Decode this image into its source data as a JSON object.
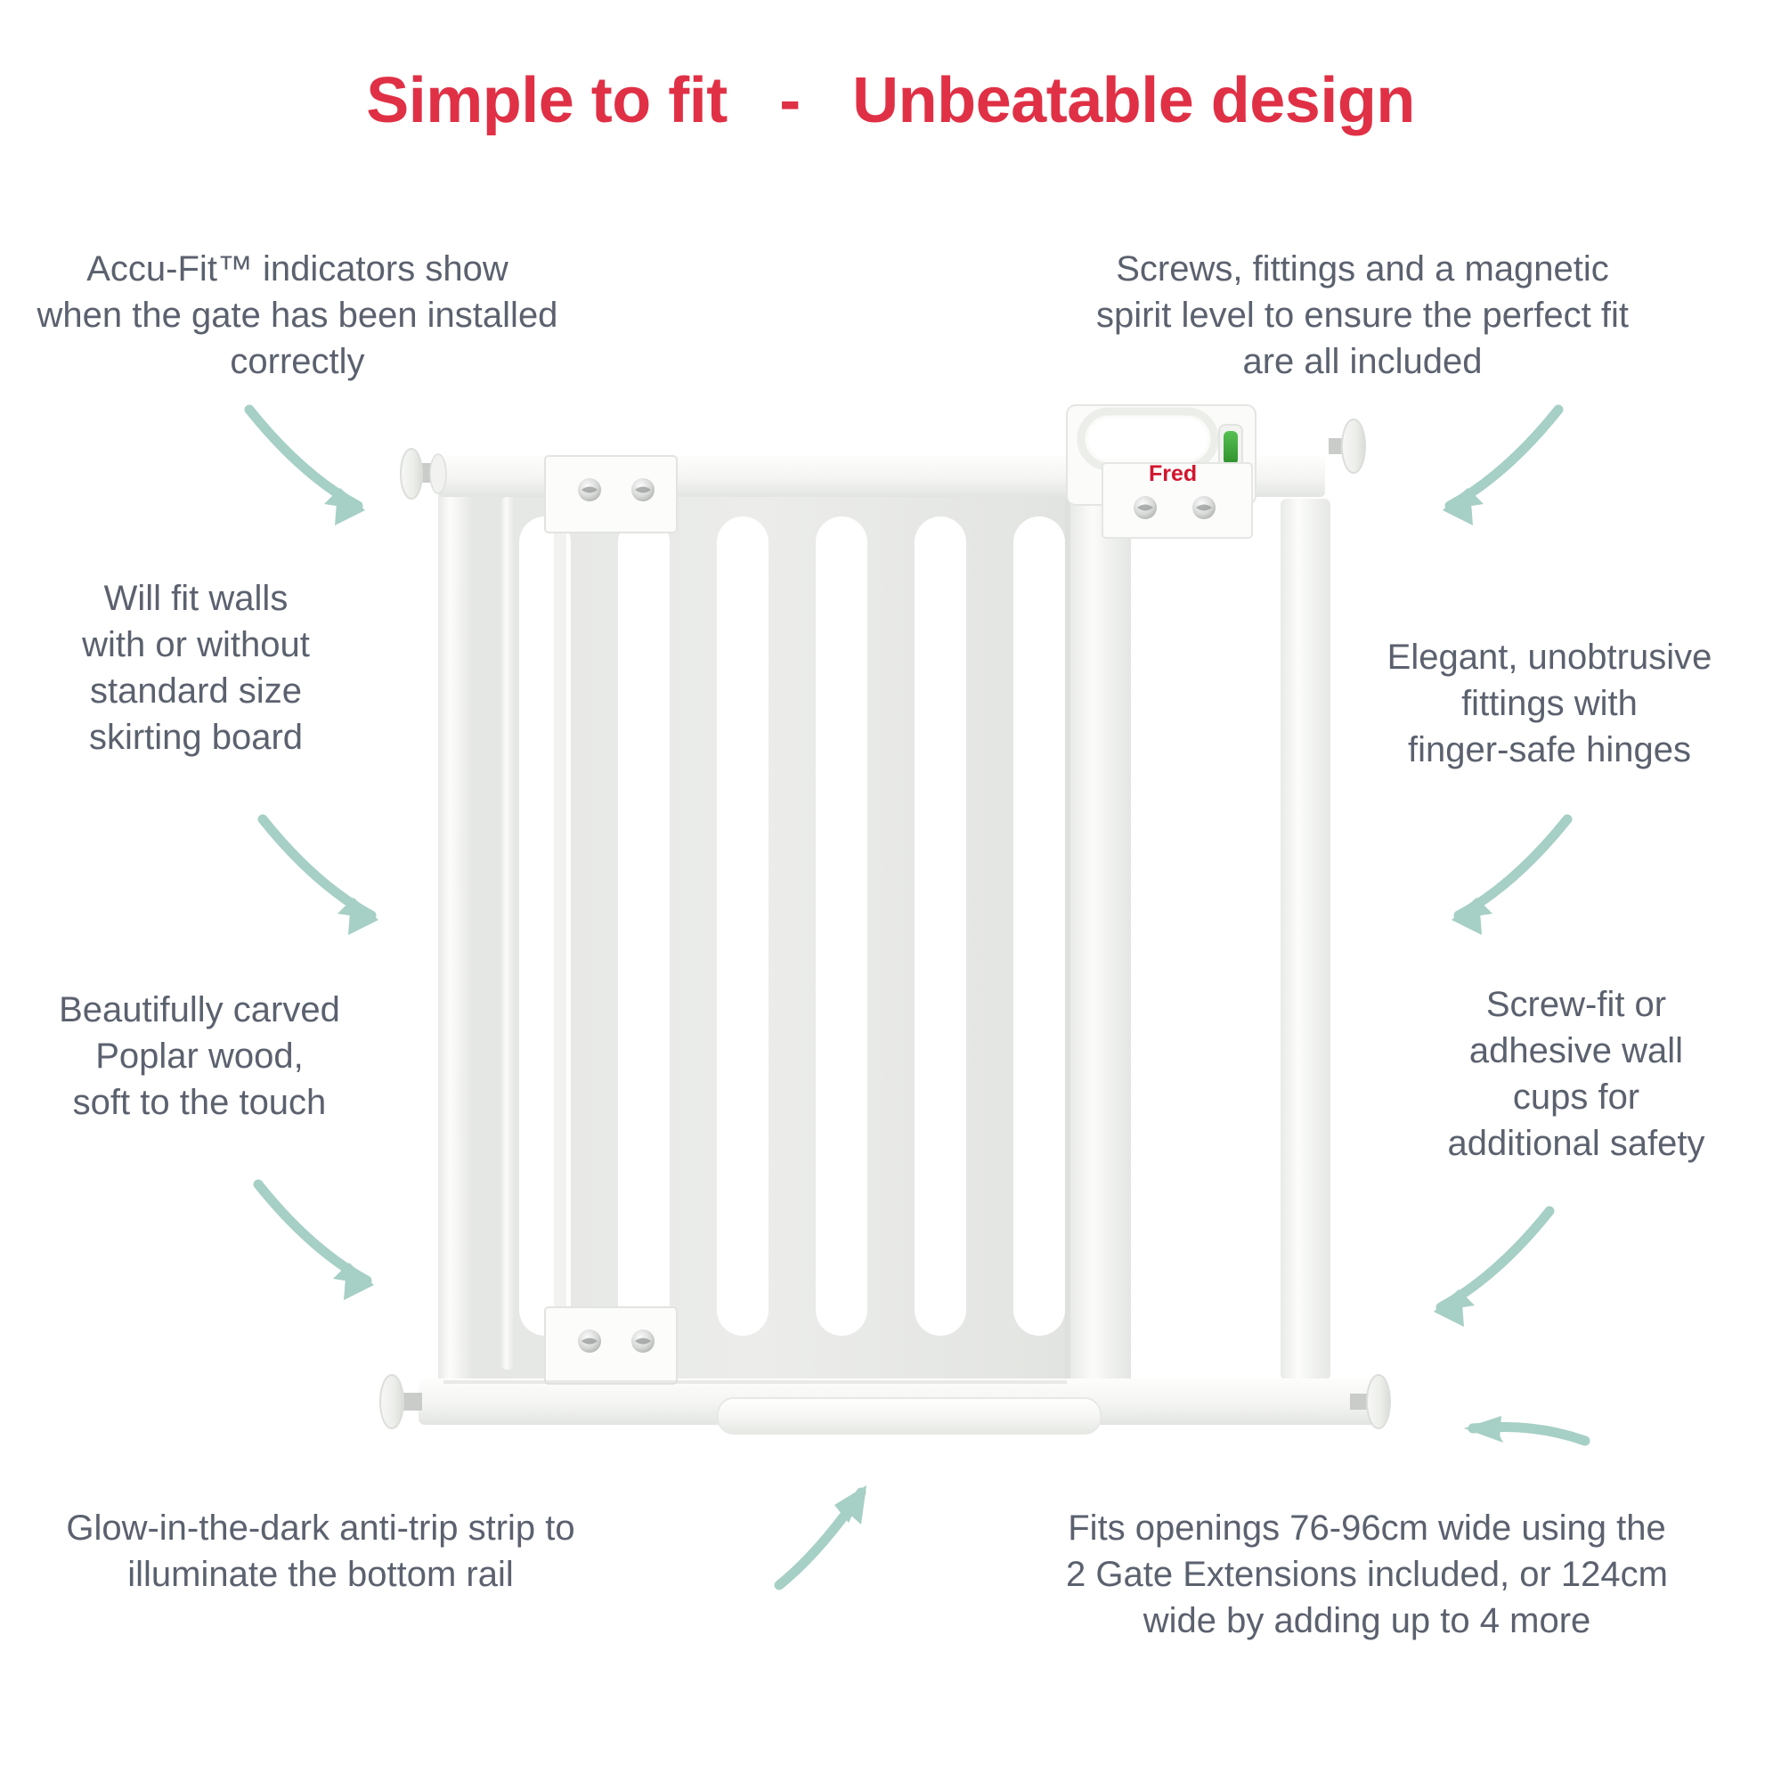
{
  "header": {
    "title": "Simple to fit   -   Unbeatable design",
    "title_color": "#e03045"
  },
  "theme": {
    "text_color": "#5b616e",
    "arrow_color": "#a6cfc5",
    "accent_red": "#e03045",
    "background": "#ffffff",
    "panel_gray": "#e9eae8",
    "frame_white": "#fbfbfa",
    "indicator_green": "#3faa3c"
  },
  "callouts": [
    {
      "id": "accufit",
      "text": "Accu-Fit™ indicators show\nwhen the gate has been installed\ncorrectly",
      "side": "left"
    },
    {
      "id": "screws",
      "text": "Screws, fittings and a magnetic\nspirit level to ensure the perfect fit\nare all included",
      "side": "right"
    },
    {
      "id": "walls",
      "text": "Will fit walls\nwith or without\nstandard size\nskirting board",
      "side": "left"
    },
    {
      "id": "elegant",
      "text": "Elegant, unobtrusive\nfittings with\nfinger-safe hinges",
      "side": "right"
    },
    {
      "id": "poplar",
      "text": "Beautifully carved\nPoplar wood,\nsoft to the touch",
      "side": "left"
    },
    {
      "id": "screwfit",
      "text": "Screw-fit or\nadhesive wall\ncups for\nadditional safety",
      "side": "right"
    },
    {
      "id": "glow",
      "text": "Glow-in-the-dark anti-trip strip to\nilluminate the bottom rail",
      "side": "left"
    },
    {
      "id": "fits",
      "text": "Fits openings 76-96cm wide using the\n2 Gate Extensions included, or 124cm\nwide by adding up to 4 more",
      "side": "right"
    }
  ],
  "product": {
    "name": "baby-safety-gate",
    "brand_logo": "Fred",
    "indicator_label": "spirit-level-indicator",
    "slot_count": 6
  }
}
